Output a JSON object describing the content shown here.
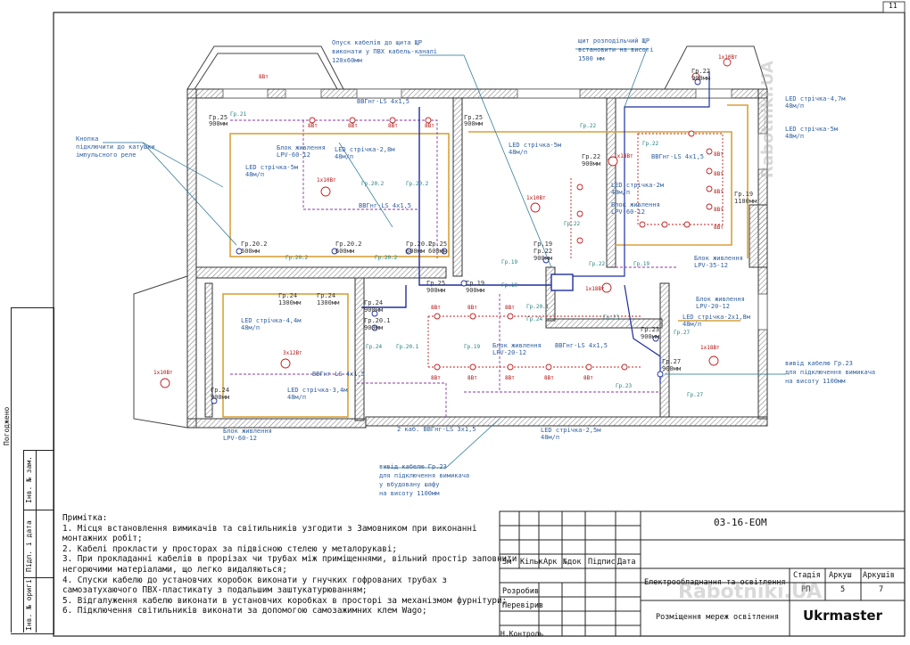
{
  "sheet": {
    "number": "11"
  },
  "side_stamp": {
    "agreed": "Погоджено",
    "inv_replace": "Інв. № зам.",
    "sign_date": "Підп. і дата",
    "inv_orig": "Інв. № оригі"
  },
  "callouts": {
    "cable_drop": [
      "Опуск кабелів до щита ЩР",
      "виконати у ПВХ кабель-каналі",
      "120х60мм"
    ],
    "panel": [
      "щит розподільчий ЩР",
      "встановити на висоті",
      "1500 мм"
    ],
    "button": [
      "Кнопка",
      "підключити до катушки",
      "імпульсного реле"
    ],
    "outlet_gr23_right": [
      "вивід кабелю Гр.23",
      "для підключення вимикача",
      "на висоту 1100мм"
    ],
    "outlet_gr23_bottom": [
      "вивід кабелю Гр.23",
      "для підключення вимикача",
      "у вбудовану шафу",
      "на висоту 1100мм"
    ],
    "cable_2": "2 каб. ВВГнг-LS 3х1,5"
  },
  "plan_labels": {
    "led_47": "LED стрічка-4,7м",
    "led_48": "48м/п",
    "led_5_tr": "LED стрічка-5м",
    "led_5_mid": "LED стрічка-5м",
    "led_28": "LED стрічка-2,8м",
    "led_5_left": "LED стрічка-5м",
    "led_2": "LED стрічка-2м",
    "led_44": "LED стрічка-4,4м",
    "led_34": "LED стрічка-3,4м",
    "led_2x18": "LED стрічка-2х1,8м",
    "led_25": "LED стрічка-2,5м",
    "psu": "Блок живлення",
    "lpv60": "LPV-60-12",
    "lpv35": "LPV-35-12",
    "lpv20": "LPV-20-12",
    "cable_vvg": "ВВГнг-LS 4х1,5",
    "lamp_8w": "8Вт",
    "lamp_1x10": "1х10Вт",
    "lamp_1x18": "1х18Вт",
    "lamp_3x12": "3х12Вт",
    "h900": "900мм",
    "h600": "600мм",
    "h1100": "1100мм",
    "h1300": "1300мм",
    "groups": [
      "Гр.20.1",
      "Гр.20.2",
      "Гр.22",
      "Гр.19",
      "Гр.24",
      "Гр.25",
      "Гр.23",
      "Гр.27",
      "Гр.21"
    ]
  },
  "notes": {
    "heading": "Примітка:",
    "lines": [
      "1. Місця встановлення вимикачів та світильників узгодити з Замовником при виконанні",
      "монтажних робіт;",
      "2. Кабелі прокласти у просторах за підвісною стелею у металорукаві;",
      "3. При прокладанні кабелів в прорізах чи трубах між приміщеннями, вільний простір заповнити",
      "негорючими матеріалами, що легко видаляються;",
      "4. Спуски кабелю до установчих коробок виконати у гнучких гофрованих трубах з",
      "самозатухаючого ПВХ-пластикату з подальшим заштукатурюванням;",
      "5. Відгалуження кабелю виконати в установчих коробках в просторі за механізмом фурнітури;",
      "6. Підключення світильників виконати за допомогою самозажимних клем Wago;"
    ]
  },
  "title_block": {
    "code": "03-16-ЕОМ",
    "columns": [
      "Зм",
      "Кільк",
      "Арк",
      "№док",
      "Підпис",
      "Дата"
    ],
    "roles": [
      "Розробив",
      "Перевірив",
      "",
      "Н.Контроль"
    ],
    "project": "Електрообладнання та освітлення",
    "sheet_title": "Розміщення мереж освітлення",
    "stage_label": "Стадія",
    "sheet_label": "Аркуш",
    "sheets_label": "Аркушів",
    "stage": "РП",
    "sheet": "5",
    "sheets": "7",
    "company": "Ukrmaster"
  },
  "watermarks": {
    "main": "Rabotniki.UA"
  }
}
